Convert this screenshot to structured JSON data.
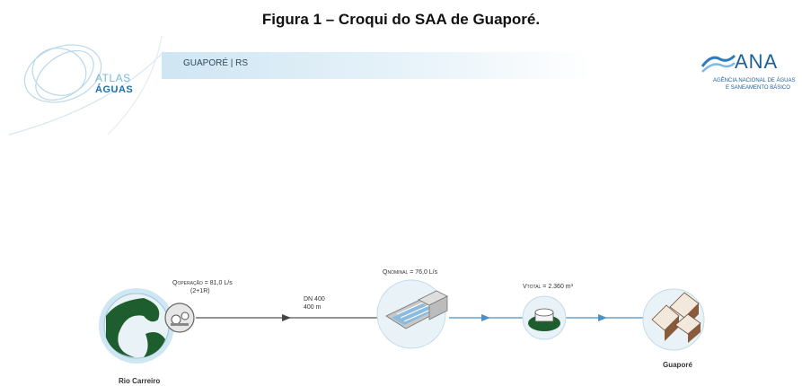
{
  "caption": "Figura 1 – Croqui do SAA de Guaporé.",
  "header": {
    "region": "GUAPORÉ | RS",
    "brand_line1": "ATLAS",
    "brand_line2": "ÁGUAS",
    "agency_name": "ANA",
    "agency_sub1": "AGÊNCIA NACIONAL DE ÁGUAS",
    "agency_sub2": "E SANEAMENTO BÁSICO"
  },
  "diagram": {
    "source": {
      "name": "Rio Carreiro",
      "q_label_main": "Q",
      "q_label_sub": "OPERAÇÃO",
      "q_value": "= 81,0 L/s",
      "pumps": "(2+1R)"
    },
    "pipe": {
      "diameter": "DN 400",
      "length": "400 m"
    },
    "treatment": {
      "q_label_main": "Q",
      "q_label_sub": "NOMINAL",
      "q_value": "= 76,0 L/s"
    },
    "reservoir": {
      "v_label_main": "V",
      "v_label_sub": "TOTAL",
      "v_value": "= 2.360 m³"
    },
    "city": {
      "name": "Guaporé"
    }
  },
  "colors": {
    "arrow": "#4a90c2",
    "water_dark": "#1e5d2e",
    "light_blue": "#cfe6f3"
  }
}
